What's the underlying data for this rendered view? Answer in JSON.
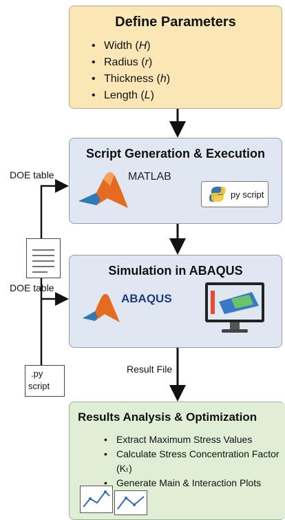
{
  "params": {
    "title": "Define Parameters",
    "items": [
      {
        "label": "Width",
        "sym": "H"
      },
      {
        "label": "Radius",
        "sym": "r"
      },
      {
        "label": "Thickness",
        "sym": "h"
      },
      {
        "label": "Length",
        "sym": "L"
      }
    ]
  },
  "script": {
    "title": "Script Generation & Execution",
    "matlab_label": "MATLAB",
    "py_script_label": "py script"
  },
  "simulation": {
    "title": "Simulation in ABAQUS",
    "abaqus_label": "ABAQUS"
  },
  "results": {
    "title": "Results Analysis & Optimization",
    "items": [
      "Extract Maximum Stress Values",
      "Calculate Stress Concentration Factor (Kₜ)",
      "Generate Main & Interaction Plots"
    ]
  },
  "side": {
    "doe_table_1": "DOE table",
    "doe_table_2": "DOE table",
    "result_file": "Result File",
    "py_doc_line1": ".py",
    "py_doc_line2": "script"
  },
  "colors": {
    "params_bg": "#fbe6b6",
    "process_bg": "#e0e7f3",
    "results_bg": "#dfeed4",
    "arrow": "#111111"
  }
}
